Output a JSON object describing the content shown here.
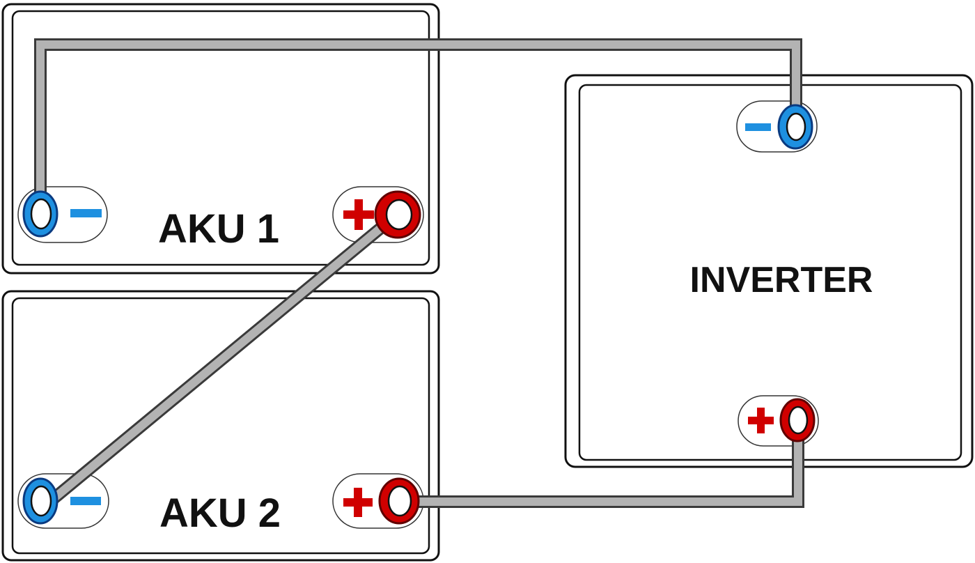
{
  "colors": {
    "negative": "#1e90e0",
    "negative_dark": "#0a3a80",
    "positive": "#d00000",
    "positive_dark": "#600000",
    "wire": "#b3b3b3"
  },
  "batteries": [
    {
      "label": "AKU 1"
    },
    {
      "label": "AKU 2"
    }
  ],
  "inverter": {
    "label": "INVERTER"
  },
  "terminals": {
    "negative_symbol": "minus-sign",
    "positive_symbol": "plus-sign"
  }
}
